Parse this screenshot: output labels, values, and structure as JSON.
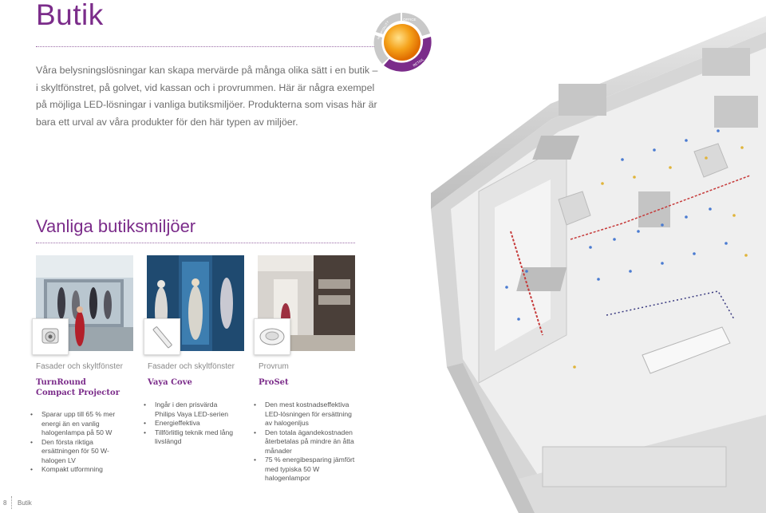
{
  "page": {
    "title": "Butik",
    "intro": "Våra belysningslösningar kan skapa mervärde på många olika sätt i en butik – i skyltfönstret, på golvet, vid kassan och i provrummen. Här är några exempel på möjliga LED-lösningar i vanliga butiksmiljöer. Produkterna som visas här är bara ett urval av våra produkter för den här typen av miljöer.",
    "section_title": "Vanliga butiksmiljöer"
  },
  "badge": {
    "labels": [
      "HOSPITALITY",
      "OFFICE",
      "RETAIL"
    ],
    "colors": {
      "hospitality": "#bdbdbd",
      "office": "#bdbdbd",
      "retail": "#7b2c8a",
      "center": "#f28c00"
    }
  },
  "products": [
    {
      "category": "Fasader och skyltfönster",
      "name": "TurnRound Compact Projector",
      "bullets": [
        "Sparar upp till 65 % mer energi än en vanlig halogenlampa på 50 W",
        "Den första riktiga ersättningen för 50 W-halogen LV",
        "Kompakt utformning"
      ]
    },
    {
      "category": "Fasader och skyltfönster",
      "name": "Vaya Cove",
      "bullets": [
        "Ingår i den prisvärda Philips Vaya LED-serien",
        "Energieffektiva",
        "Tillförlitlig teknik med lång livslängd"
      ]
    },
    {
      "category": "Provrum",
      "name": "ProSet",
      "bullets": [
        "Den mest kostnadseffektiva LED-lösningen för ersättning av halogenljus",
        "Den totala ägandekostnaden återbetalas på mindre än åtta månader",
        "75 % energibesparing jämfört med typiska 50 W halogenlampor"
      ]
    }
  ],
  "footer": {
    "page_number": "8",
    "section": "Butik"
  },
  "colors": {
    "accent": "#7b2c8a",
    "body_text": "#6d6d6d"
  }
}
